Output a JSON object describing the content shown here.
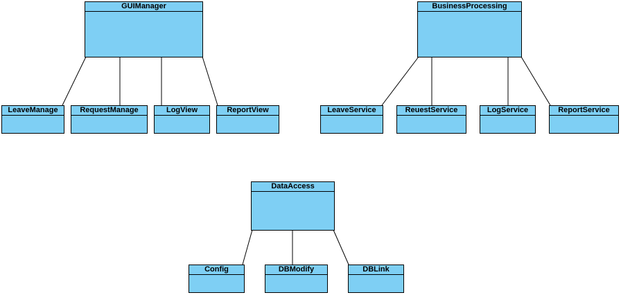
{
  "diagram": {
    "colors": {
      "fill": "#7ecff4",
      "stroke": "#000000",
      "background": "#ffffff"
    },
    "classes": {
      "gui_manager": "GUIManager",
      "leave_manage": "LeaveManage",
      "request_manage": "RequestManage",
      "log_view": "LogView",
      "report_view": "ReportView",
      "business_processing": "BusinessProcessing",
      "leave_service": "LeaveService",
      "reuest_service": "ReuestService",
      "log_service": "LogService",
      "report_service": "ReportService",
      "data_access": "DataAccess",
      "config": "Config",
      "db_modify": "DBModify",
      "db_link": "DBLink"
    }
  }
}
